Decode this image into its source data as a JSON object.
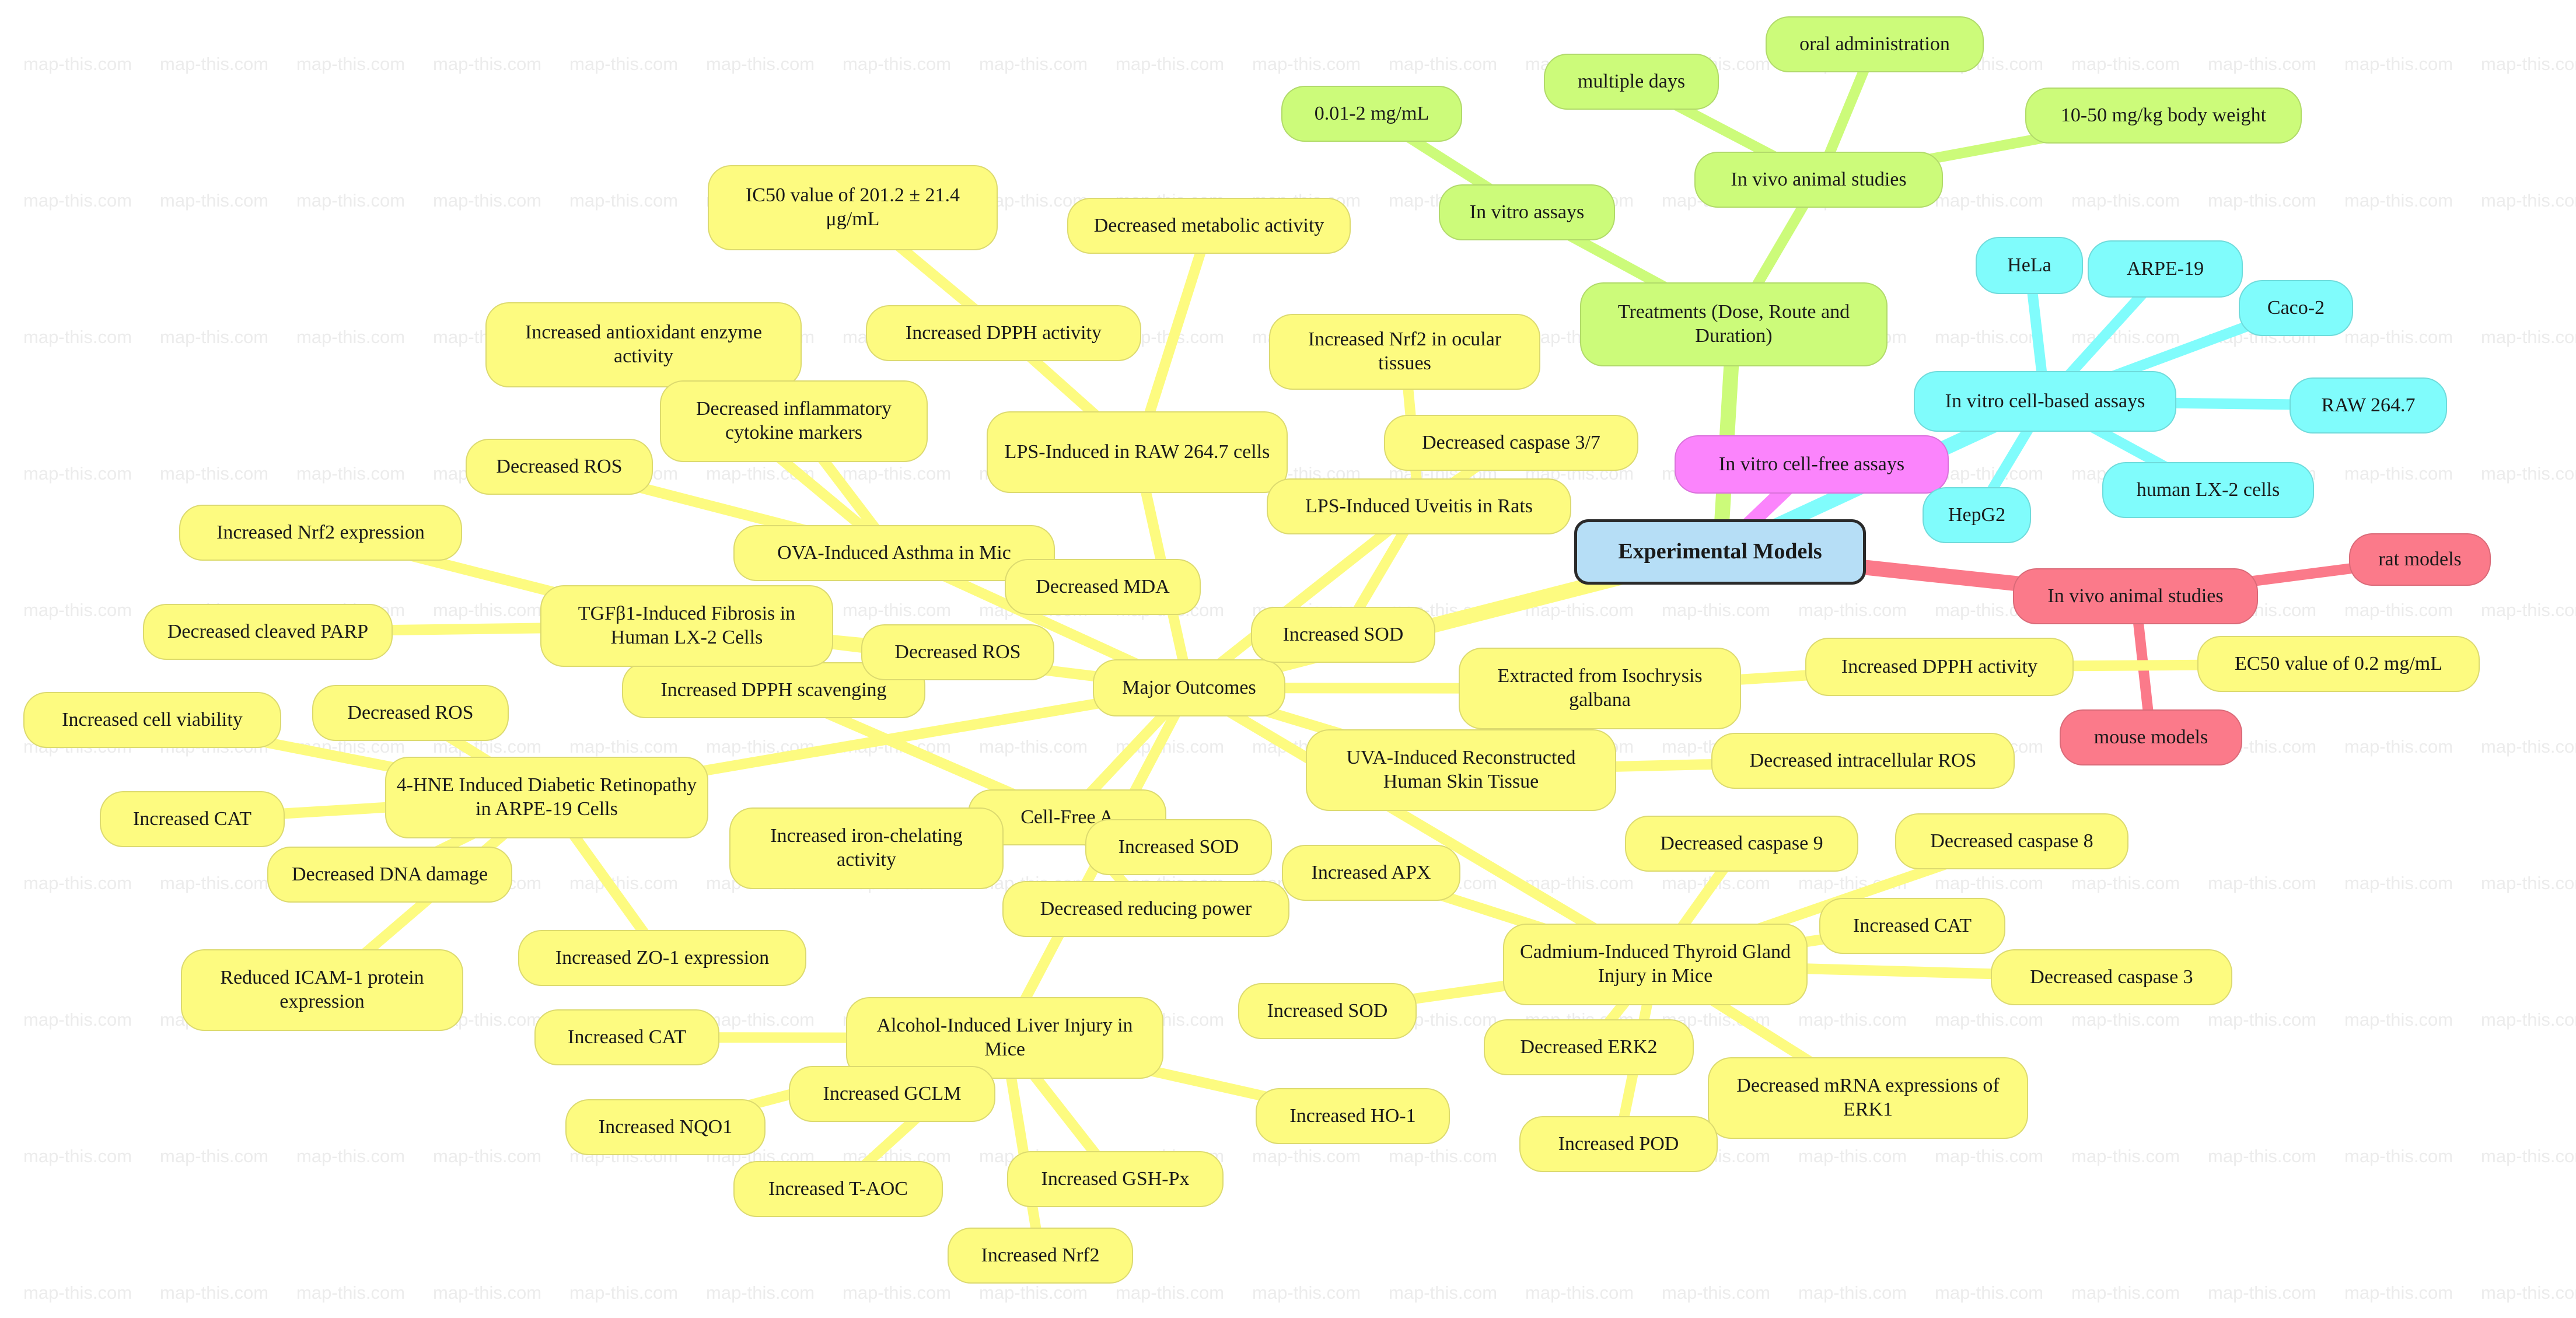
{
  "root": {
    "label": "Experimental Models"
  },
  "watermark": "map-this.com",
  "colors": {
    "yellow": "#fdfb80",
    "green": "#ccfb7a",
    "cyan": "#80fcfc",
    "magenta": "#fb84fc",
    "red": "#fb7a8a",
    "root_fill": "#b6def6"
  },
  "nodes": [
    {
      "id": "root",
      "label": "Experimental Models",
      "color": "root"
    },
    {
      "id": "major",
      "label": "Major Outcomes",
      "color": "yellow"
    },
    {
      "id": "treatments",
      "label": "Treatments (Dose, Route and Duration)",
      "color": "green"
    },
    {
      "id": "invitro_assays",
      "label": "In vitro assays",
      "color": "green"
    },
    {
      "id": "conc",
      "label": "0.01-2 mg/mL",
      "color": "green"
    },
    {
      "id": "invivo_studies_t",
      "label": "In vivo animal studies",
      "color": "green"
    },
    {
      "id": "multiple_days",
      "label": "multiple days",
      "color": "green"
    },
    {
      "id": "oral",
      "label": "oral administration",
      "color": "green"
    },
    {
      "id": "dose_bw",
      "label": "10-50 mg/kg body weight",
      "color": "green"
    },
    {
      "id": "cellfree",
      "label": "In vitro cell-free assays",
      "color": "magenta"
    },
    {
      "id": "cellbased",
      "label": "In vitro cell-based assays",
      "color": "cyan"
    },
    {
      "id": "hela",
      "label": "HeLa",
      "color": "cyan"
    },
    {
      "id": "arpe19",
      "label": "ARPE-19",
      "color": "cyan"
    },
    {
      "id": "caco2",
      "label": "Caco-2",
      "color": "cyan"
    },
    {
      "id": "raw2647",
      "label": "RAW 264.7",
      "color": "cyan"
    },
    {
      "id": "lx2",
      "label": "human LX-2 cells",
      "color": "cyan"
    },
    {
      "id": "hepg2",
      "label": "HepG2",
      "color": "cyan"
    },
    {
      "id": "invivo_red",
      "label": "In vivo animal studies",
      "color": "red"
    },
    {
      "id": "rat_models",
      "label": "rat models",
      "color": "red"
    },
    {
      "id": "mouse_models",
      "label": "mouse models",
      "color": "red"
    },
    {
      "id": "extracted",
      "label": "Extracted from Isochrysis galbana",
      "color": "yellow"
    },
    {
      "id": "ext_dpph",
      "label": "Increased DPPH activity",
      "color": "yellow"
    },
    {
      "id": "ec50",
      "label": "EC50 value of 0.2 mg/mL",
      "color": "yellow"
    },
    {
      "id": "uva",
      "label": "UVA-Induced Reconstructed Human Skin Tissue",
      "color": "yellow"
    },
    {
      "id": "uva_ros",
      "label": "Decreased intracellular ROS",
      "color": "yellow"
    },
    {
      "id": "cadmium",
      "label": "Cadmium-Induced Thyroid Gland Injury in Mice",
      "color": "yellow"
    },
    {
      "id": "cd_casp9",
      "label": "Decreased caspase 9",
      "color": "yellow"
    },
    {
      "id": "cd_casp8",
      "label": "Decreased caspase 8",
      "color": "yellow"
    },
    {
      "id": "cd_cat",
      "label": "Increased CAT",
      "color": "yellow"
    },
    {
      "id": "cd_casp3",
      "label": "Decreased caspase 3",
      "color": "yellow"
    },
    {
      "id": "cd_erk1",
      "label": "Decreased mRNA expressions of ERK1",
      "color": "yellow"
    },
    {
      "id": "cd_pod",
      "label": "Increased POD",
      "color": "yellow"
    },
    {
      "id": "cd_erk2",
      "label": "Decreased ERK2",
      "color": "yellow"
    },
    {
      "id": "cd_sod",
      "label": "Increased SOD",
      "color": "yellow"
    },
    {
      "id": "cd_apx",
      "label": "Increased APX",
      "color": "yellow"
    },
    {
      "id": "alcohol",
      "label": "Alcohol-Induced Liver Injury in Mice",
      "color": "yellow"
    },
    {
      "id": "al_cat",
      "label": "Increased CAT",
      "color": "yellow"
    },
    {
      "id": "al_gclm",
      "label": "Increased GCLM",
      "color": "yellow"
    },
    {
      "id": "al_nqo1",
      "label": "Increased NQO1",
      "color": "yellow"
    },
    {
      "id": "al_taoc",
      "label": "Increased T-AOC",
      "color": "yellow"
    },
    {
      "id": "al_gshpx",
      "label": "Increased GSH-Px",
      "color": "yellow"
    },
    {
      "id": "al_nrf2",
      "label": "Increased Nrf2",
      "color": "yellow"
    },
    {
      "id": "al_ho1",
      "label": "Increased HO-1",
      "color": "yellow"
    },
    {
      "id": "cellfree_a",
      "label": "Cell-Free A",
      "color": "yellow"
    },
    {
      "id": "cf_iron",
      "label": "Increased iron-chelating activity",
      "color": "yellow"
    },
    {
      "id": "cf_sod",
      "label": "Increased SOD",
      "color": "yellow"
    },
    {
      "id": "cf_reducing",
      "label": "Decreased reducing power",
      "color": "yellow"
    },
    {
      "id": "cf_dpph",
      "label": "Increased DPPH scavenging",
      "color": "yellow"
    },
    {
      "id": "hne",
      "label": "4-HNE Induced Diabetic Retinopathy in ARPE-19 Cells",
      "color": "yellow"
    },
    {
      "id": "hne_viability",
      "label": "Increased cell viability",
      "color": "yellow"
    },
    {
      "id": "hne_cat",
      "label": "Increased CAT",
      "color": "yellow"
    },
    {
      "id": "hne_dna",
      "label": "Decreased DNA damage",
      "color": "yellow"
    },
    {
      "id": "hne_icam",
      "label": "Reduced ICAM-1 protein expression",
      "color": "yellow"
    },
    {
      "id": "hne_zo1",
      "label": "Increased ZO-1 expression",
      "color": "yellow"
    },
    {
      "id": "hne_ros",
      "label": "Decreased ROS",
      "color": "yellow"
    },
    {
      "id": "tgf",
      "label": "TGFβ1-Induced Fibrosis in Human LX-2 Cells",
      "color": "yellow"
    },
    {
      "id": "tgf_parp",
      "label": "Decreased cleaved PARP",
      "color": "yellow"
    },
    {
      "id": "tgf_nrf2",
      "label": "Increased Nrf2 expression",
      "color": "yellow"
    },
    {
      "id": "tgf_ros",
      "label": "Decreased ROS",
      "color": "yellow"
    },
    {
      "id": "ova",
      "label": "OVA-Induced Asthma in Mic",
      "color": "yellow"
    },
    {
      "id": "ova_ros",
      "label": "Decreased ROS",
      "color": "yellow"
    },
    {
      "id": "ova_antiox",
      "label": "Increased antioxidant enzyme activity",
      "color": "yellow"
    },
    {
      "id": "ova_cytokine",
      "label": "Decreased inflammatory cytokine markers",
      "color": "yellow"
    },
    {
      "id": "ova_mda",
      "label": "Decreased MDA",
      "color": "yellow"
    },
    {
      "id": "lps_raw",
      "label": "LPS-Induced in RAW 264.7 cells",
      "color": "yellow"
    },
    {
      "id": "lps_dpph",
      "label": "Increased DPPH activity",
      "color": "yellow"
    },
    {
      "id": "lps_ic50",
      "label": "IC50 value of 201.2 ± 21.4 μg/mL",
      "color": "yellow"
    },
    {
      "id": "lps_metabolic",
      "label": "Decreased metabolic activity",
      "color": "yellow"
    },
    {
      "id": "uveitis",
      "label": "LPS-Induced Uveitis in Rats",
      "color": "yellow"
    },
    {
      "id": "uv_nrf2",
      "label": "Increased Nrf2 in ocular tissues",
      "color": "yellow"
    },
    {
      "id": "uv_casp37",
      "label": "Decreased caspase 3/7",
      "color": "yellow"
    },
    {
      "id": "uv_sod",
      "label": "Increased SOD",
      "color": "yellow"
    }
  ],
  "edges": [
    [
      "root",
      "major"
    ],
    [
      "root",
      "treatments"
    ],
    [
      "root",
      "cellfree"
    ],
    [
      "root",
      "cellbased"
    ],
    [
      "root",
      "invivo_red"
    ],
    [
      "treatments",
      "invitro_assays"
    ],
    [
      "invitro_assays",
      "conc"
    ],
    [
      "treatments",
      "invivo_studies_t"
    ],
    [
      "invivo_studies_t",
      "multiple_days"
    ],
    [
      "invivo_studies_t",
      "oral"
    ],
    [
      "invivo_studies_t",
      "dose_bw"
    ],
    [
      "cellbased",
      "hela"
    ],
    [
      "cellbased",
      "arpe19"
    ],
    [
      "cellbased",
      "caco2"
    ],
    [
      "cellbased",
      "raw2647"
    ],
    [
      "cellbased",
      "lx2"
    ],
    [
      "cellbased",
      "hepg2"
    ],
    [
      "invivo_red",
      "rat_models"
    ],
    [
      "invivo_red",
      "mouse_models"
    ],
    [
      "major",
      "extracted"
    ],
    [
      "extracted",
      "ext_dpph"
    ],
    [
      "ext_dpph",
      "ec50"
    ],
    [
      "major",
      "uva"
    ],
    [
      "uva",
      "uva_ros"
    ],
    [
      "major",
      "cadmium"
    ],
    [
      "cadmium",
      "cd_casp9"
    ],
    [
      "cadmium",
      "cd_casp8"
    ],
    [
      "cadmium",
      "cd_cat"
    ],
    [
      "cadmium",
      "cd_casp3"
    ],
    [
      "cadmium",
      "cd_erk1"
    ],
    [
      "cadmium",
      "cd_pod"
    ],
    [
      "cadmium",
      "cd_erk2"
    ],
    [
      "cadmium",
      "cd_sod"
    ],
    [
      "cadmium",
      "cd_apx"
    ],
    [
      "major",
      "alcohol"
    ],
    [
      "alcohol",
      "al_cat"
    ],
    [
      "alcohol",
      "al_gclm"
    ],
    [
      "alcohol",
      "al_nqo1"
    ],
    [
      "alcohol",
      "al_taoc"
    ],
    [
      "alcohol",
      "al_gshpx"
    ],
    [
      "alcohol",
      "al_nrf2"
    ],
    [
      "alcohol",
      "al_ho1"
    ],
    [
      "major",
      "cellfree_a"
    ],
    [
      "cellfree_a",
      "cf_iron"
    ],
    [
      "cellfree_a",
      "cf_sod"
    ],
    [
      "cellfree_a",
      "cf_reducing"
    ],
    [
      "cellfree_a",
      "cf_dpph"
    ],
    [
      "major",
      "hne"
    ],
    [
      "hne",
      "hne_viability"
    ],
    [
      "hne",
      "hne_cat"
    ],
    [
      "hne",
      "hne_dna"
    ],
    [
      "hne",
      "hne_icam"
    ],
    [
      "hne",
      "hne_zo1"
    ],
    [
      "hne",
      "hne_ros"
    ],
    [
      "major",
      "tgf"
    ],
    [
      "tgf",
      "tgf_parp"
    ],
    [
      "tgf",
      "tgf_nrf2"
    ],
    [
      "tgf",
      "tgf_ros"
    ],
    [
      "major",
      "ova"
    ],
    [
      "ova",
      "ova_ros"
    ],
    [
      "ova",
      "ova_antiox"
    ],
    [
      "ova",
      "ova_cytokine"
    ],
    [
      "ova",
      "ova_mda"
    ],
    [
      "major",
      "lps_raw"
    ],
    [
      "lps_raw",
      "lps_dpph"
    ],
    [
      "lps_dpph",
      "lps_ic50"
    ],
    [
      "lps_raw",
      "lps_metabolic"
    ],
    [
      "major",
      "uveitis"
    ],
    [
      "uveitis",
      "uv_nrf2"
    ],
    [
      "uveitis",
      "uv_casp37"
    ],
    [
      "uveitis",
      "uv_sod"
    ]
  ]
}
